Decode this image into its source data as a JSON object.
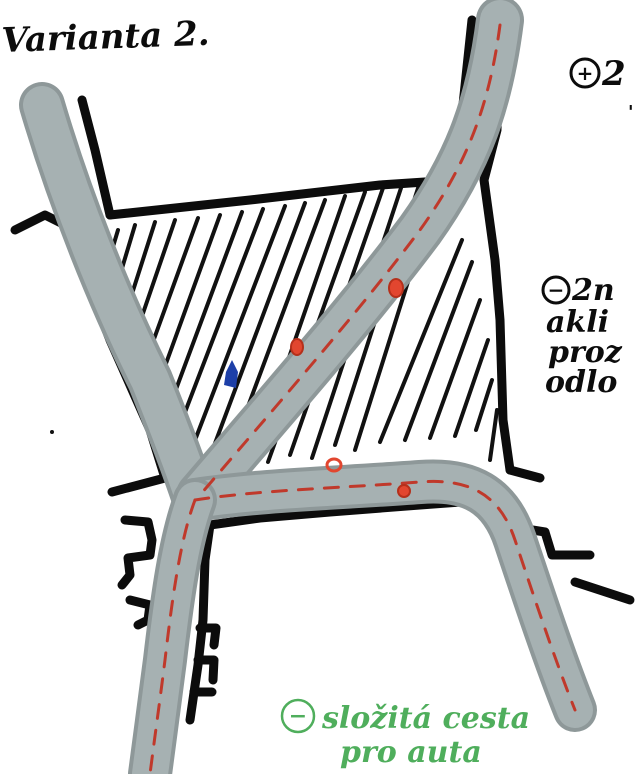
{
  "sketch": {
    "title": "Varianta 2.",
    "notes": [
      {
        "sign": "+",
        "text": "2",
        "color": "#111111"
      },
      {
        "sign": "−",
        "text": "2n",
        "color": "#111111"
      },
      {
        "sign": "",
        "text": "akli",
        "color": "#111111"
      },
      {
        "sign": "",
        "text": "proz",
        "color": "#111111"
      },
      {
        "sign": "",
        "text": "odlo",
        "color": "#111111"
      },
      {
        "sign": "−",
        "text": "složitá cesta",
        "color": "#4fae5c"
      },
      {
        "sign": "",
        "text": "pro auta",
        "color": "#4fae5c"
      }
    ],
    "colors": {
      "road_fill": "#a6b1b2",
      "road_edge": "#8e9899",
      "road_center": "#c0392b",
      "ink": "#0c0c0c",
      "marker_red": "#e2462f",
      "marker_blue": "#1d3fa8",
      "green_note": "#4fae5c"
    }
  }
}
